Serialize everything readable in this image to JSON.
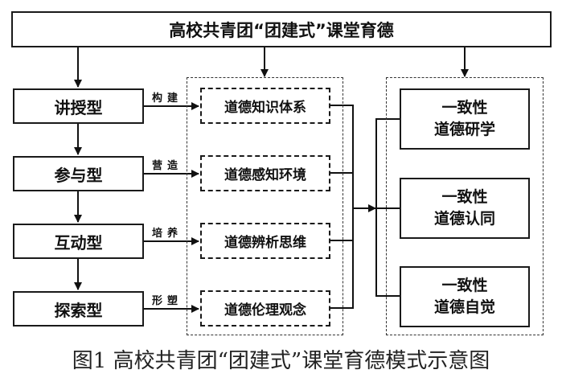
{
  "title": "高校共青团“团建式”课堂育德",
  "left_column": [
    {
      "label": "讲授型"
    },
    {
      "label": "参与型"
    },
    {
      "label": "互动型"
    },
    {
      "label": "探索型"
    }
  ],
  "edge_labels": [
    "构建",
    "营造",
    "培养",
    "形塑"
  ],
  "middle_column": [
    {
      "label": "道德知识体系"
    },
    {
      "label": "道德感知环境"
    },
    {
      "label": "道德辨析思维"
    },
    {
      "label": "道德伦理观念"
    }
  ],
  "right_column": [
    {
      "line1": "一致性",
      "line2": "道德研学"
    },
    {
      "line1": "一致性",
      "line2": "道德认同"
    },
    {
      "line1": "一致性",
      "line2": "道德自觉"
    }
  ],
  "caption": "图1  高校共青团“团建式”课堂育德模式示意图"
}
